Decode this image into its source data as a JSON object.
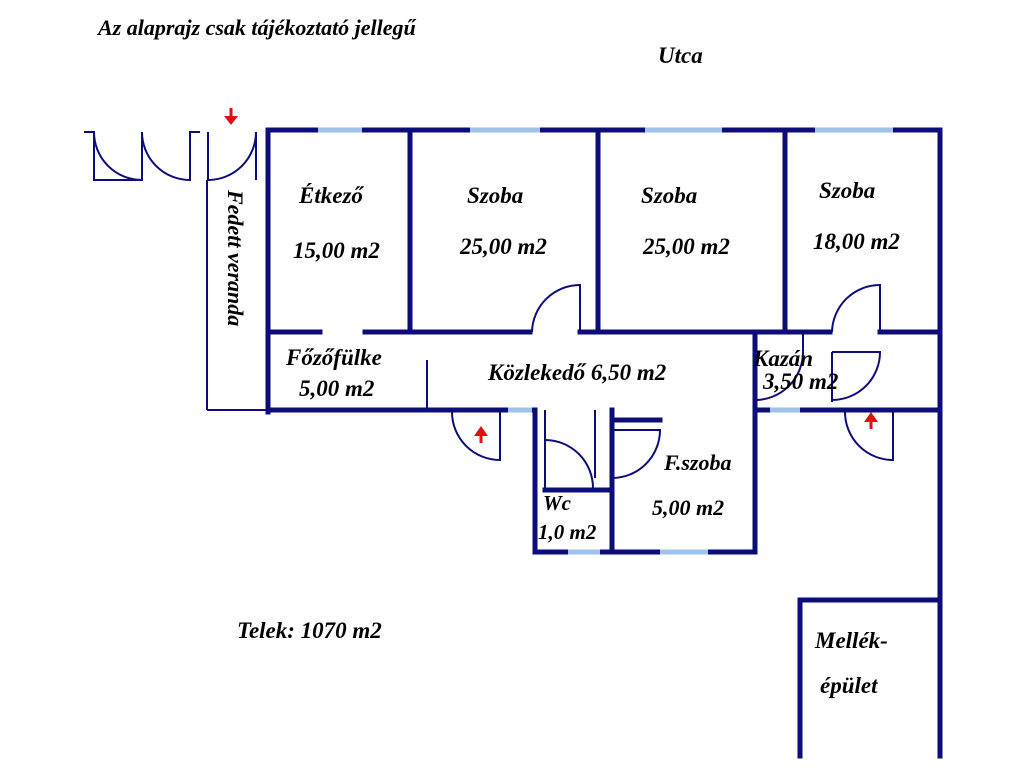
{
  "note": "Az alaprajz csak tájékoztató jellegű",
  "street": "Utca",
  "veranda": "Fedett veranda",
  "rooms": {
    "etkezo": {
      "name": "Étkező",
      "area": "15,00 m2"
    },
    "szoba1": {
      "name": "Szoba",
      "area": "25,00 m2"
    },
    "szoba2": {
      "name": "Szoba",
      "area": "25,00 m2"
    },
    "szoba3": {
      "name": "Szoba",
      "area": "18,00 m2"
    },
    "fozofulke": {
      "name": "Főzőfülke",
      "area": "5,00 m2"
    },
    "kozlekedo": {
      "name": "Közlekedő 6,50 m2"
    },
    "kazan": {
      "name": "Kazán",
      "area": "3,50 m2"
    },
    "fszoba": {
      "name": "F.szoba",
      "area": "5,00 m2"
    },
    "wc": {
      "name": "Wc",
      "area": "1,0 m2"
    }
  },
  "plot": "Telek: 1070 m2",
  "outbuilding": {
    "line1": "Mellék-",
    "line2": "épület"
  },
  "colors": {
    "wall": "#0d0d7a",
    "window": "#9fc3e8",
    "arrow": "#e01010"
  }
}
